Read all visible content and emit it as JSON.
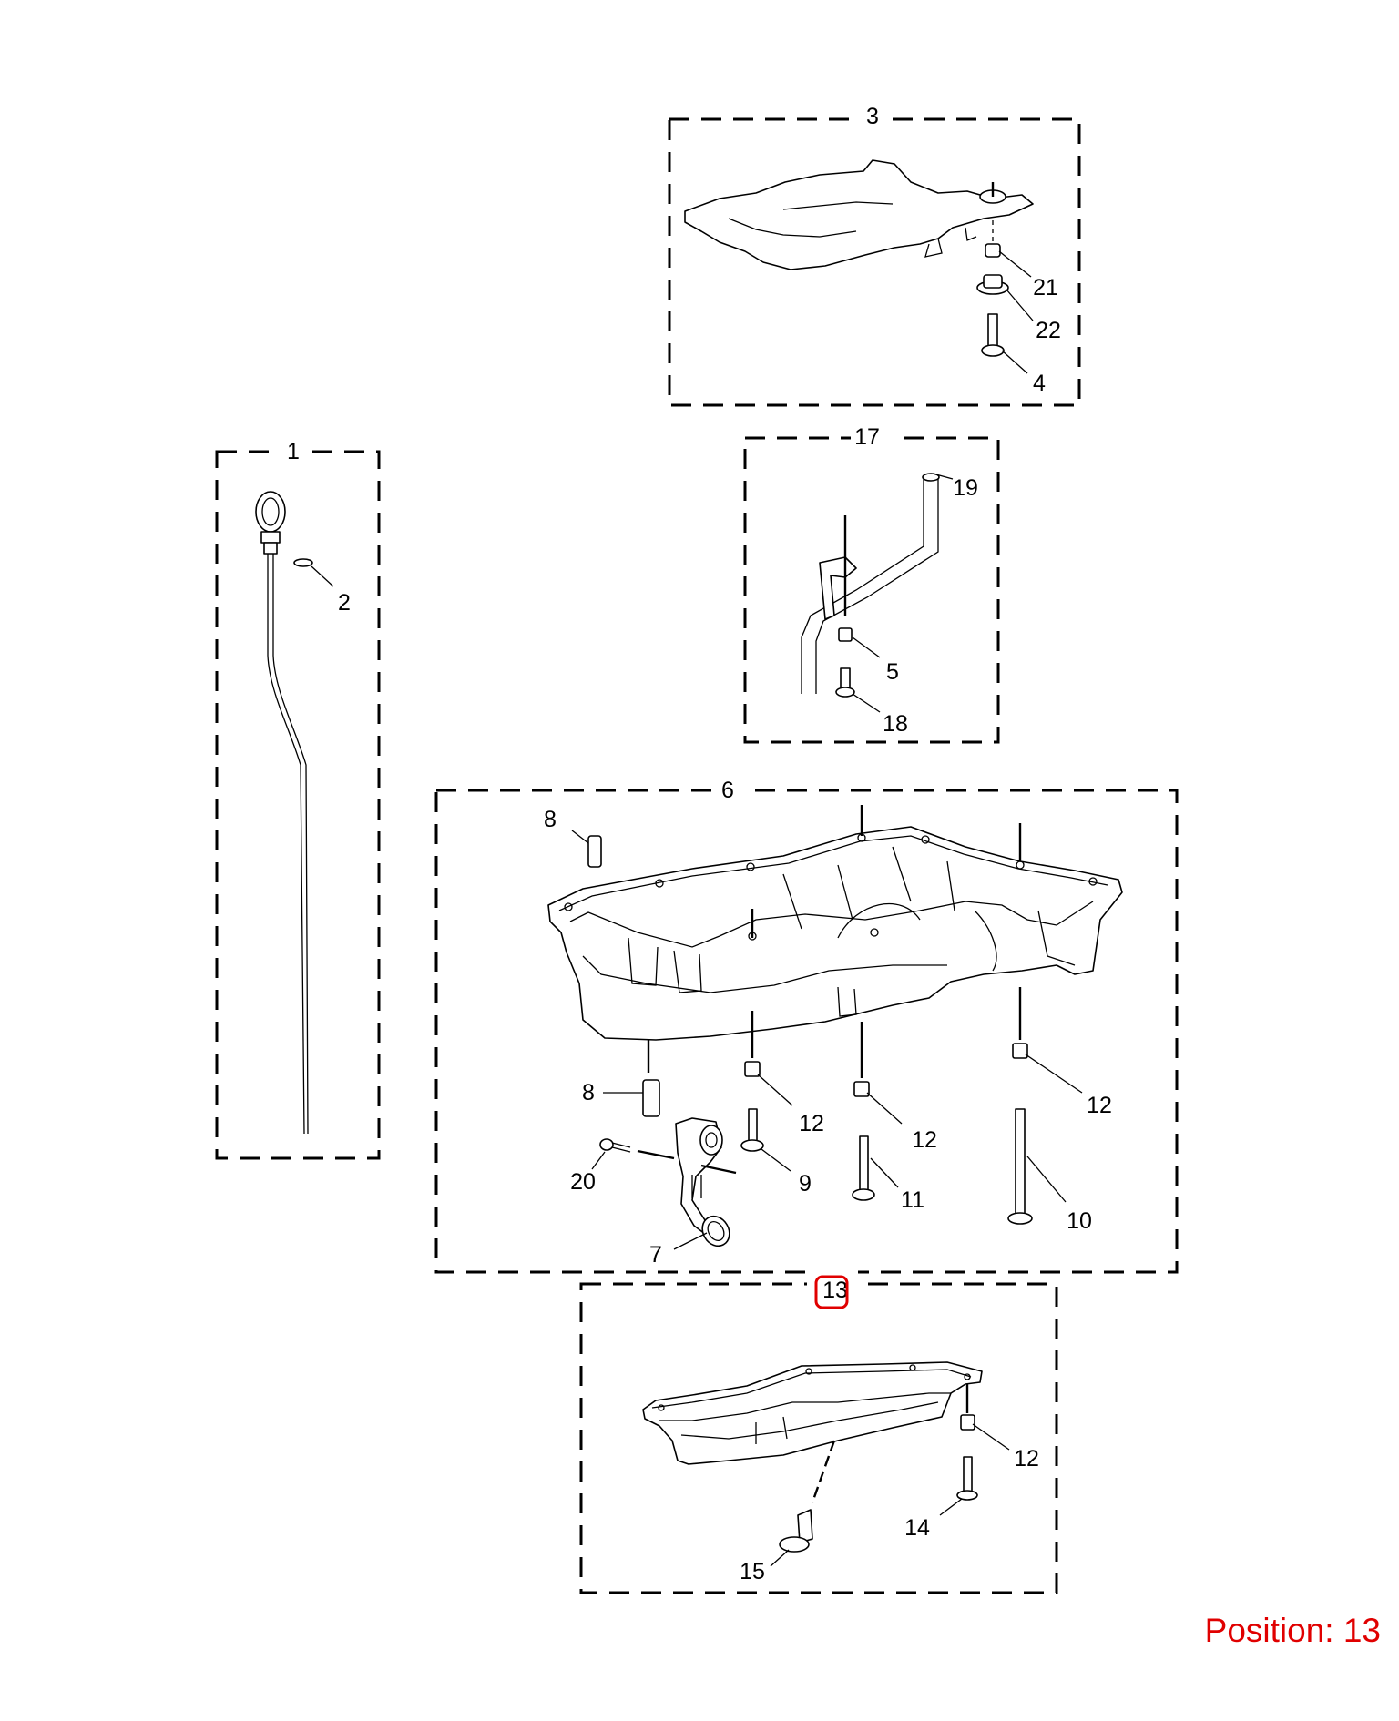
{
  "groups": [
    {
      "id": "group-1",
      "label": "1"
    },
    {
      "id": "group-3",
      "label": "3"
    },
    {
      "id": "group-17",
      "label": "17"
    },
    {
      "id": "group-6",
      "label": "6"
    },
    {
      "id": "group-13",
      "label": "13"
    }
  ],
  "callouts": {
    "c2": "2",
    "c21": "21",
    "c22": "22",
    "c4": "4",
    "c19": "19",
    "c5": "5",
    "c18": "18",
    "c8a": "8",
    "c8b": "8",
    "c12a": "12",
    "c12b": "12",
    "c12c": "12",
    "c12d": "12",
    "c9": "9",
    "c20": "20",
    "c11": "11",
    "c10": "10",
    "c7": "7",
    "c14": "14",
    "c15": "15"
  },
  "selection": {
    "position_text": "Position: 13",
    "selected_label": "13",
    "highlight_color": "#e00000"
  }
}
